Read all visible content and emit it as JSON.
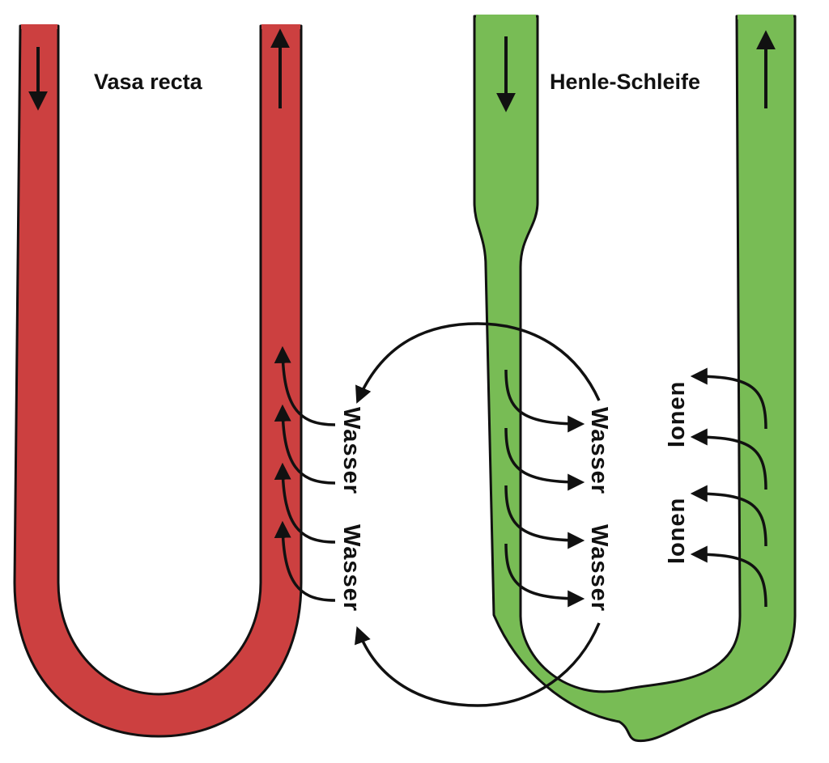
{
  "labels": {
    "vasa_recta": "Vasa recta",
    "henle_loop": "Henle-Schleife",
    "water_1": "Wasser",
    "water_2": "Wasser",
    "water_3": "Wasser",
    "water_4": "Wasser",
    "ions_1": "Ionen",
    "ions_2": "Ionen"
  },
  "colors": {
    "vasa_recta_fill": "#cc4040",
    "henle_loop_fill": "#78bc55",
    "outline": "#111111",
    "arrow": "#111111"
  }
}
